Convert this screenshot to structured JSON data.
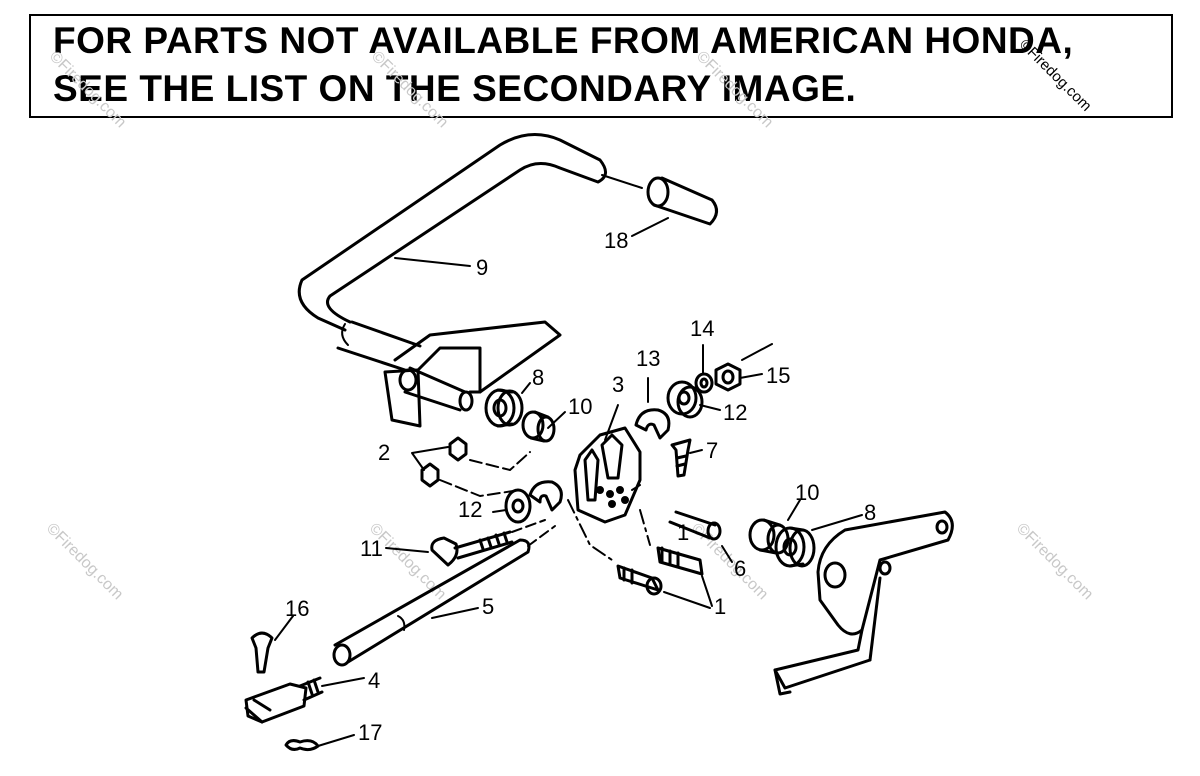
{
  "notice": {
    "line1": "FOR PARTS NOT AVAILABLE FROM AMERICAN HONDA,",
    "line2": "SEE THE LIST ON THE SECONDARY IMAGE."
  },
  "watermark": "©Firedog.com",
  "callouts": {
    "c1a": "1",
    "c1b": "1",
    "c2": "2",
    "c3": "3",
    "c4": "4",
    "c5": "5",
    "c6": "6",
    "c7": "7",
    "c8a": "8",
    "c8b": "8",
    "c9": "9",
    "c10a": "10",
    "c10b": "10",
    "c11": "11",
    "c12a": "12",
    "c12b": "12",
    "c13": "13",
    "c14": "14",
    "c15": "15",
    "c16": "16",
    "c17": "17",
    "c18": "18"
  }
}
